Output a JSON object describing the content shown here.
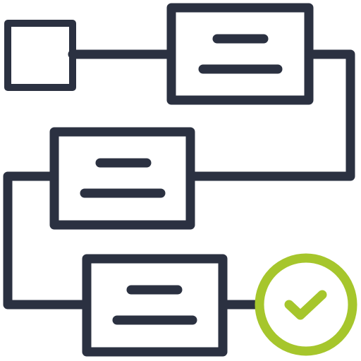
{
  "icon": {
    "name": "workflow-process-complete",
    "stroke_color": "#2b3141",
    "accent_color": "#a6c62c",
    "nodes": [
      {
        "id": "start",
        "shape": "square"
      },
      {
        "id": "step-1",
        "shape": "card",
        "text_lines": 2
      },
      {
        "id": "step-2",
        "shape": "card",
        "text_lines": 2
      },
      {
        "id": "step-3",
        "shape": "card",
        "text_lines": 2
      },
      {
        "id": "done",
        "shape": "circle",
        "icon": "checkmark-icon"
      }
    ]
  }
}
